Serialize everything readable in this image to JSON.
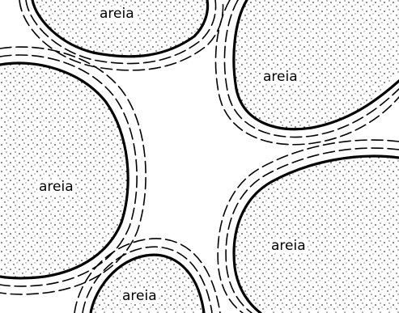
{
  "grains": [
    {
      "id": "top-center",
      "label": "areia"
    },
    {
      "id": "top-right",
      "label": "areia"
    },
    {
      "id": "left",
      "label": "areia"
    },
    {
      "id": "bottom-right",
      "label": "areia"
    },
    {
      "id": "bottom-center",
      "label": "areia"
    }
  ]
}
